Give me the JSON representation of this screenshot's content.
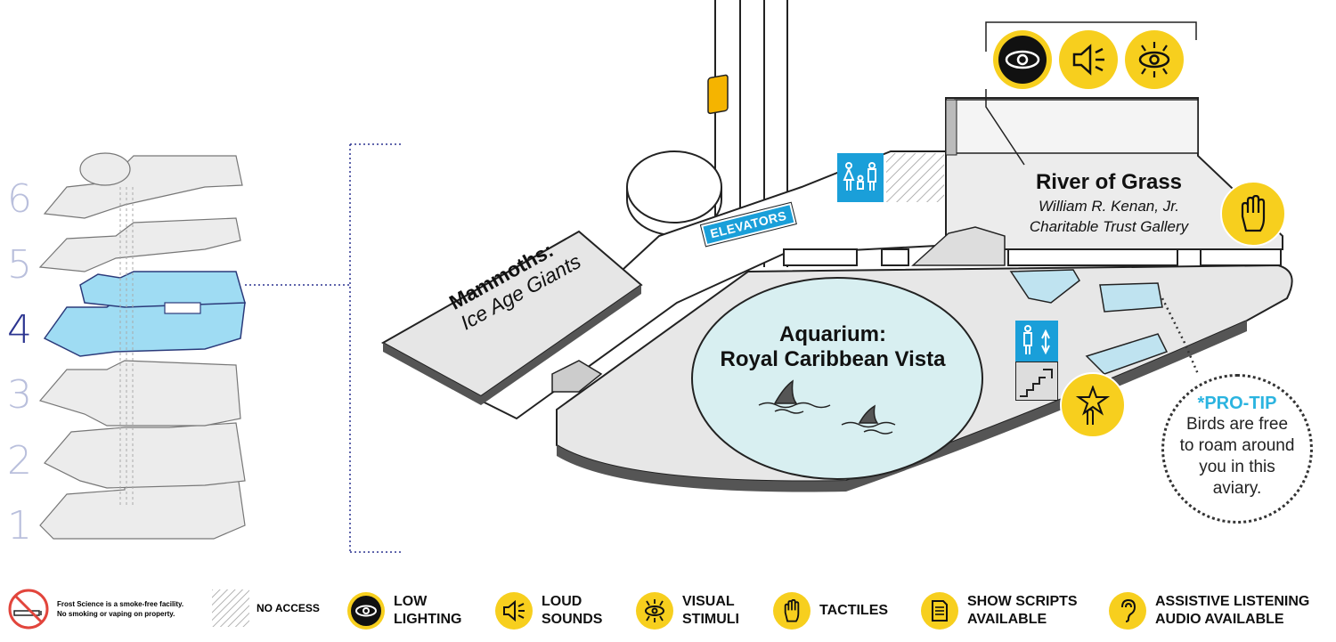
{
  "floors": {
    "numbers": [
      "6",
      "5",
      "4",
      "3",
      "2",
      "1"
    ],
    "active": "4"
  },
  "galleries": {
    "mammoths_title": "Mammoths:",
    "mammoths_subtitle": "Ice Age Giants",
    "aquarium_title": "Aquarium:",
    "aquarium_subtitle": "Royal Caribbean Vista",
    "river_title": "River of Grass",
    "river_subtitle_1": "William R. Kenan, Jr.",
    "river_subtitle_2": "Charitable Trust Gallery",
    "elevators": "ELEVATORS"
  },
  "protip": {
    "title": "*PRO-TIP",
    "line1": "Birds are free",
    "line2": "to roam around",
    "line3": "you in this",
    "line4": "aviary."
  },
  "legend": {
    "smoke_free_1": "Frost Science is a smoke-free facility.",
    "smoke_free_2": "No smoking or vaping on property.",
    "no_access": "NO ACCESS",
    "low_lighting_1": "LOW",
    "low_lighting_2": "LIGHTING",
    "loud_sounds_1": "LOUD",
    "loud_sounds_2": "SOUNDS",
    "visual_stimuli_1": "VISUAL",
    "visual_stimuli_2": "STIMULI",
    "tactiles": "TACTILES",
    "show_scripts_1": "SHOW SCRIPTS",
    "show_scripts_2": "AVAILABLE",
    "assistive_1": "ASSISTIVE LISTENING",
    "assistive_2": "AUDIO AVAILABLE"
  },
  "colors": {
    "accent_yellow": "#f7cf1e",
    "floor_active": "#9fdcf3",
    "water": "#d8eff1",
    "sign_blue": "#1a9fd9",
    "floor_gray": "#ececec",
    "floor_num_inactive": "#b9bfdc",
    "floor_num_active": "#2b3490",
    "protip_accent": "#2bb4e0"
  },
  "icons": [
    "low-lighting-icon",
    "loud-sounds-icon",
    "visual-stimuli-icon",
    "tactile-hand-icon",
    "restroom-icon",
    "elevator-icon",
    "stairs-icon",
    "show-scripts-icon",
    "assistive-listening-icon",
    "no-smoking-icon"
  ]
}
